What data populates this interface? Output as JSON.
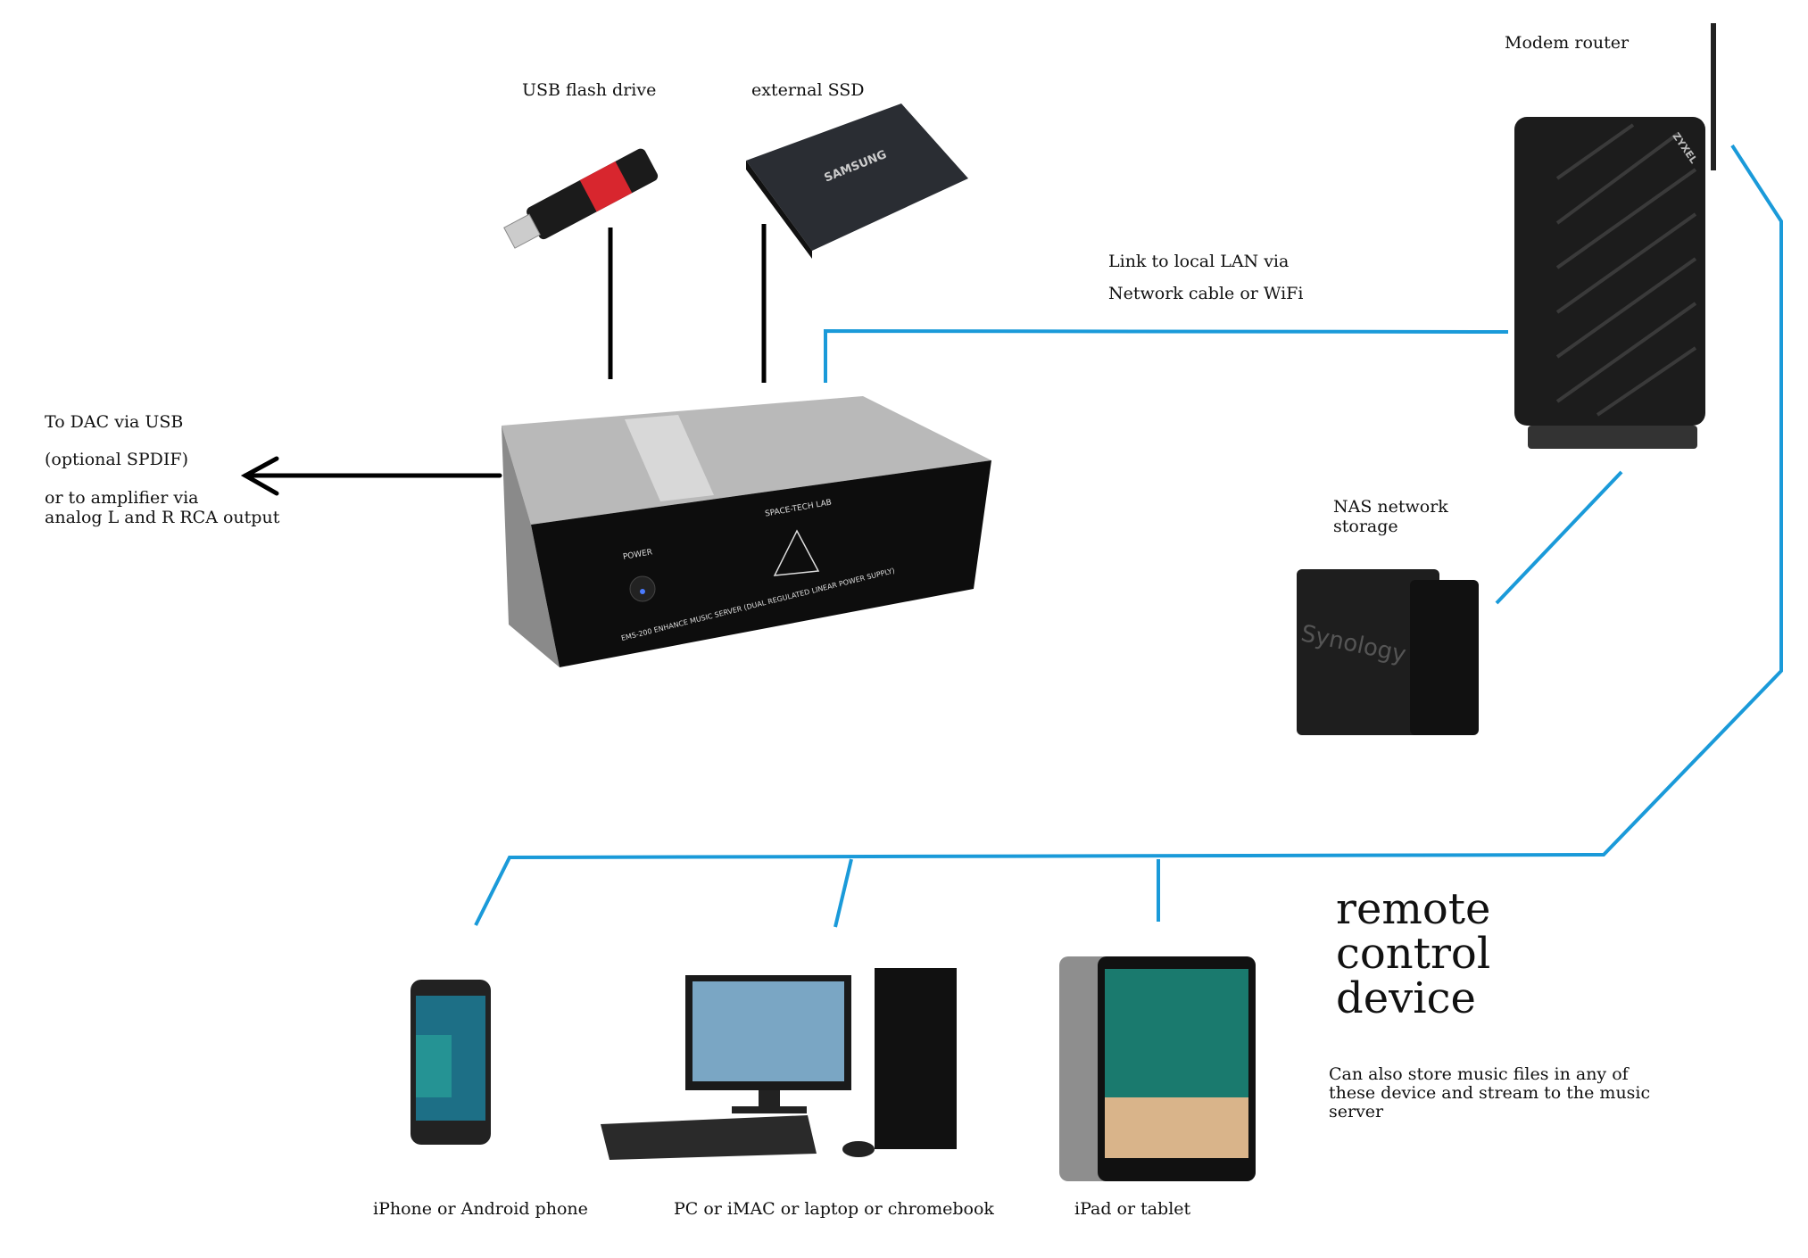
{
  "labels": {
    "usb_flash_drive": "USB flash drive",
    "external_ssd": "external SSD",
    "modem_router": "Modem router",
    "lan_line1": "Link to local LAN via",
    "lan_line2": "Network cable  or WiFi",
    "dac_line1": "To DAC via USB",
    "dac_line2": "(optional SPDIF)",
    "dac_line3": "or to amplifier via",
    "dac_line4": "analog L and R RCA output",
    "nas_line1": "NAS network",
    "nas_line2": "storage",
    "remote_line1": "remote",
    "remote_line2": "control",
    "remote_line3": "device",
    "remote_caption": "Can also store music files in any of these device and stream to the music server",
    "phone": "iPhone or Android phone",
    "pc": "PC or iMAC or laptop or chromebook",
    "tablet": "iPad or tablet"
  },
  "device_logos": {
    "ssd_brand": "SAMSUNG",
    "nas_brand": "Synology",
    "router_brand": "ZYXEL",
    "server_brand": "SPACE-TECH LAB",
    "server_power": "POWER",
    "server_model": "EMS-200  ENHANCE MUSIC SERVER  (DUAL REGULATED LINEAR POWER SUPPLY)"
  },
  "colors": {
    "network_line": "#1a9ad9",
    "usb_line": "#000000"
  }
}
